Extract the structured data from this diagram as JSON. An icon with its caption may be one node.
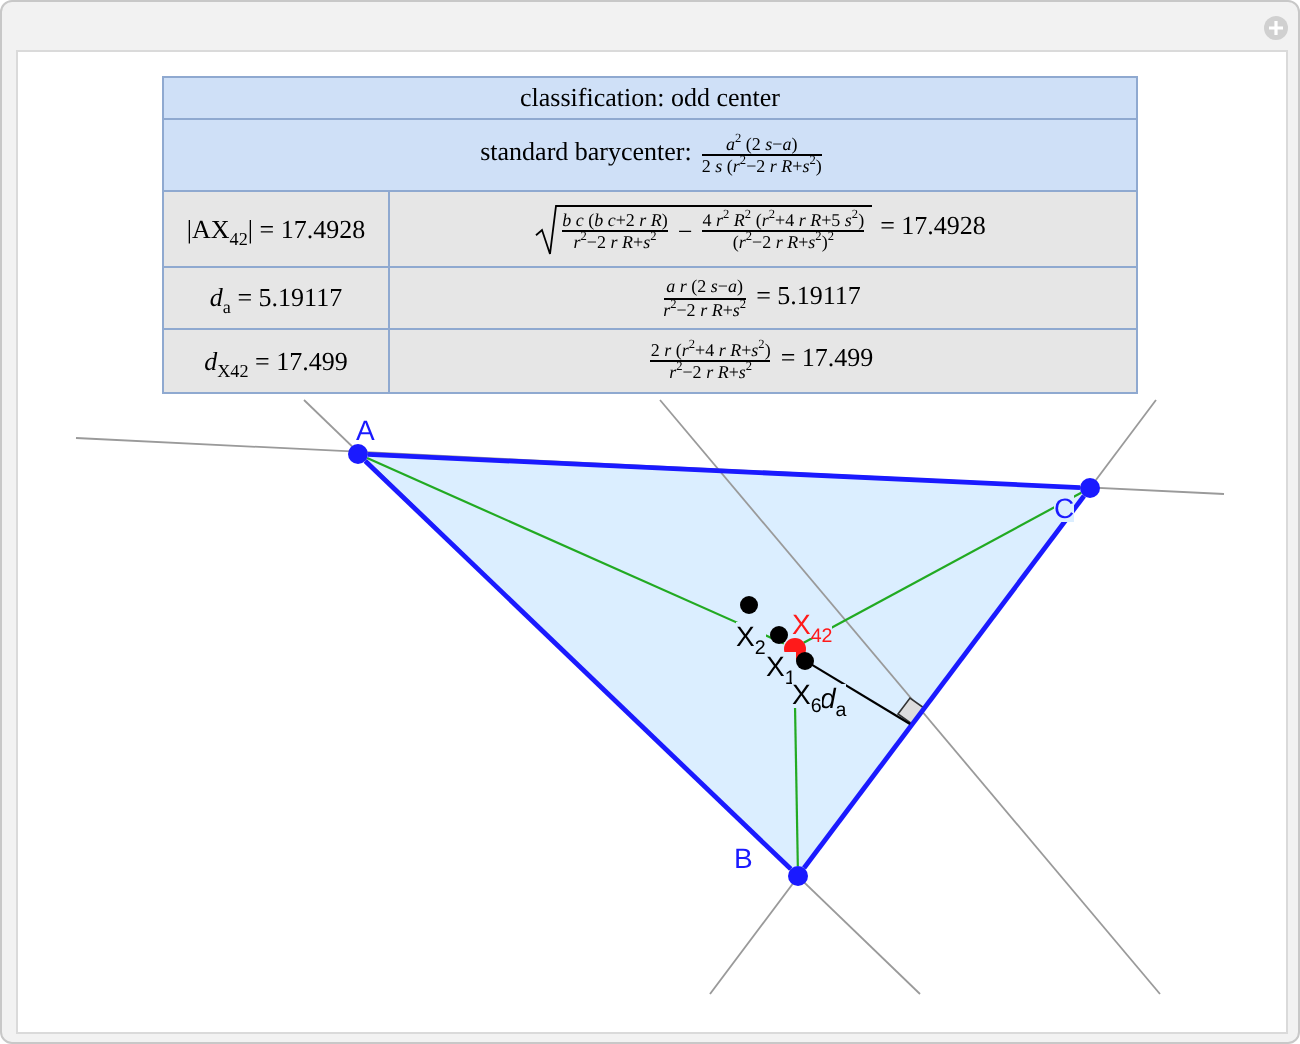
{
  "diagram": {
    "nodes": [
      {
        "text": [],
        "shape": "circle"
      },
      {
        "text": [],
        "shape": "circle"
      },
      {
        "text": [],
        "shape": "circle"
      },
      {
        "text": [],
        "shape": "circle"
      },
      {
        "text": [],
        "shape": "circle"
      },
      {
        "text": [],
        "shape": "circle"
      },
      {
        "text": [],
        "shape": "circle"
      }
    ],
    "edges": [
      {
        "from": 0,
        "to": 1,
        "arrow": "none"
      },
      {
        "from": 1,
        "to": 6,
        "arrow": "none"
      },
      {
        "from": 6,
        "to": 0,
        "arrow": "none"
      },
      {
        "from": 0,
        "to": 4,
        "arrow": "none",
        "color": "#22aa22"
      },
      {
        "from": 1,
        "to": 4,
        "arrow": "none",
        "color": "#22aa22"
      },
      {
        "from": 6,
        "to": 4,
        "arrow": "none",
        "color": "#22aa22"
      },
      {
        "from": 5,
        "to": null,
        "arrow": "none",
        "color": "#000000"
      }
    ],
    "labels": [
      "classification: odd center",
      "standard barycenter:",
      "*a*$^{2}$ (2 *s*−*a*)",
      "2 *s* (*r*$^{2}$−2 *r R*+*s*$^{2}$)",
      "|AX$_{42}$| = 17.4928",
      "*b c* (*b c*+2 *r R*)",
      "*r*$^{2}$−2 *r R*+*s*$^{2}$",
      "−",
      "4 *r*$^{2}$ *R*$^{2}$ (*r*$^{2}$+4 *r R*+5 *s*$^{2}$)",
      "(*r*$^{2}$−2 *r R*+*s*$^{2}$)$^{2}$",
      "= 17.4928",
      "*d*$_{a}$ = 5.19117",
      "*a r* (2 *s*−*a*)",
      "*r*$^{2}$−2 *r R*+*s*$^{2}$",
      "= 5.19117",
      "*d*$_{X42}$ = 17.499",
      "2 *r* (*r*$^{2}$+4 *r R*+*s*$^{2}$)",
      "*r*$^{2}$−2 *r R*+*s*$^{2}$",
      "= 17.499",
      "A",
      "C",
      "X$_{42}$",
      "X$_{2}$",
      "X$_{1}$",
      "*d*$_{a}$",
      "X$_{6}$",
      "B"
    ]
  }
}
